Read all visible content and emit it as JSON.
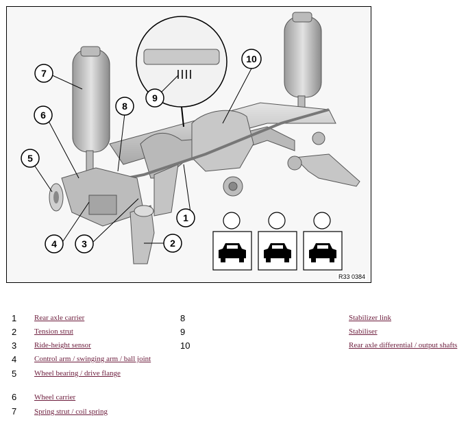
{
  "figure": {
    "id_label": "R33 0384",
    "callouts": [
      "1",
      "2",
      "3",
      "4",
      "5",
      "6",
      "7",
      "8",
      "9",
      "10"
    ]
  },
  "legend": [
    {
      "num": "1",
      "label": "Rear axle carrier"
    },
    {
      "num": "2",
      "label": "Tension strut"
    },
    {
      "num": "3",
      "label": "Ride-height sensor"
    },
    {
      "num": "4",
      "label": "Control arm / swinging arm / ball joint"
    },
    {
      "num": "5",
      "label": "Wheel bearing / drive flange"
    },
    {
      "num": "6",
      "label": "Wheel carrier"
    },
    {
      "num": "7",
      "label": "Spring strut / coil spring"
    },
    {
      "num": "8",
      "label": "Stabilizer link"
    },
    {
      "num": "9",
      "label": "Stabiliser"
    },
    {
      "num": "10",
      "label": "Rear axle differential / output shafts"
    }
  ],
  "colors": {
    "link": "#6b1a3a",
    "frame": "#000000",
    "part_fill": "#cfcfcf"
  },
  "icons": [
    "car-front-icon",
    "car-front-icon",
    "car-front-icon"
  ]
}
